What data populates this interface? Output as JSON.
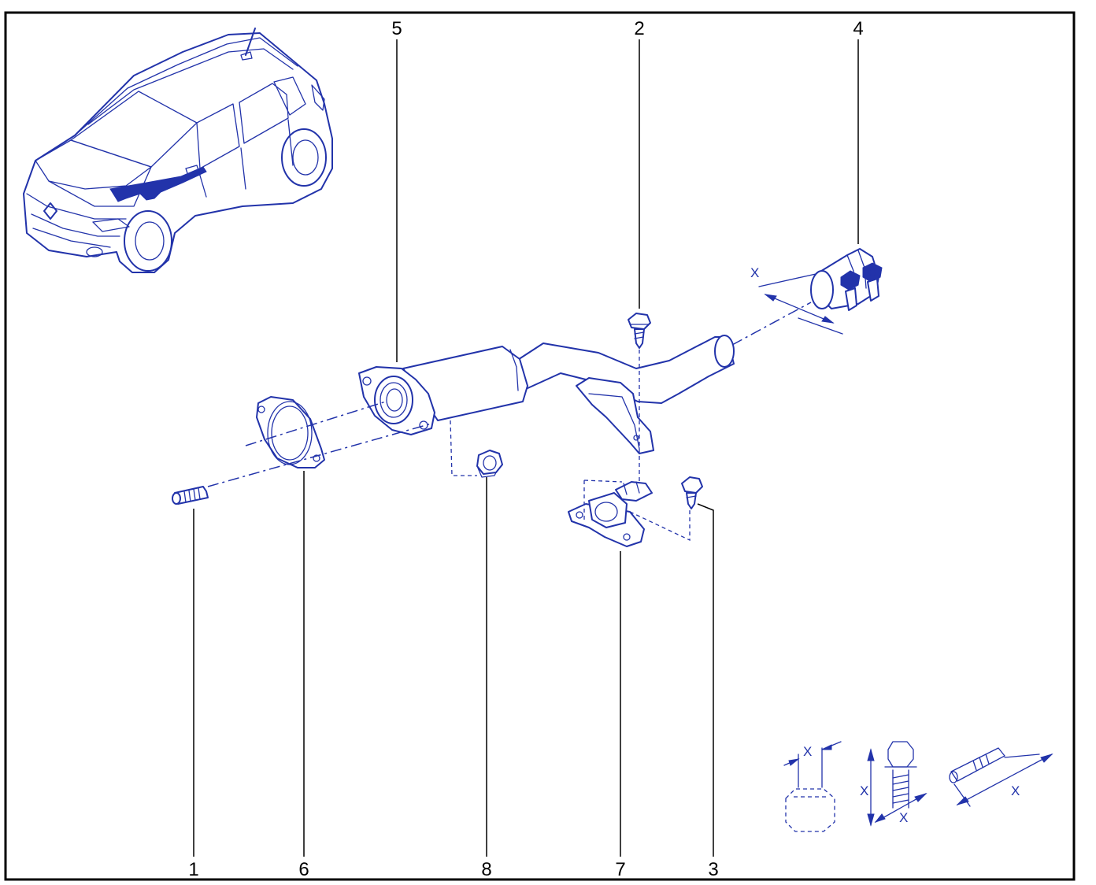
{
  "colors": {
    "line_art": "#2233aa",
    "frame": "#000000",
    "callout_text": "#000000"
  },
  "callouts": {
    "c1": "1",
    "c2": "2",
    "c3": "3",
    "c4": "4",
    "c5": "5",
    "c6": "6",
    "c7": "7",
    "c8": "8"
  },
  "dimension_labels": {
    "clamp_x": "X",
    "nut_x": "X",
    "bolt_x_height": "X",
    "bolt_x_diameter": "X",
    "stud_x": "X"
  }
}
